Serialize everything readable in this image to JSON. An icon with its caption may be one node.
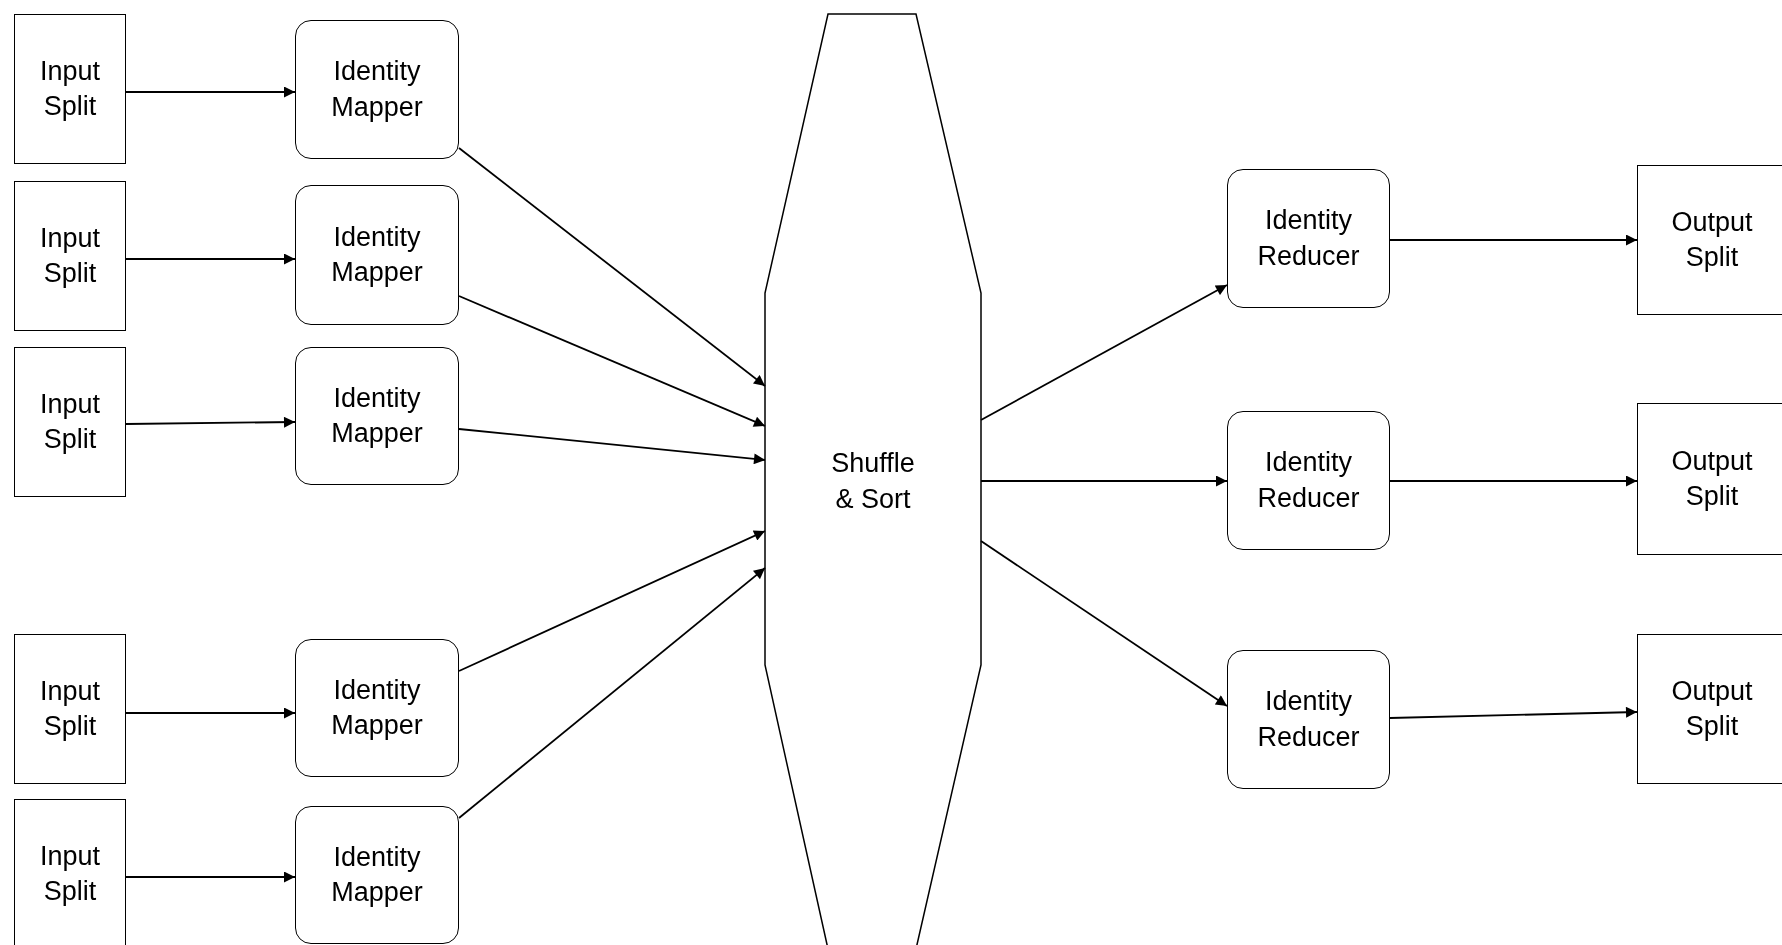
{
  "diagram": {
    "nodes": [
      {
        "text": [
          "Input Split"
        ]
      },
      {
        "text": [
          "Input Split"
        ]
      },
      {
        "text": [
          "Input Split"
        ]
      },
      {
        "text": [
          "Input Split"
        ]
      },
      {
        "text": [
          "Input Split"
        ]
      },
      {
        "text": [
          "Identity Mapper"
        ]
      },
      {
        "text": [
          "Identity Mapper"
        ]
      },
      {
        "text": [
          "Identity Mapper"
        ]
      },
      {
        "text": [
          "Identity Mapper"
        ]
      },
      {
        "text": [
          "Identity Mapper"
        ]
      },
      {
        "text": [
          "Shuffle & Sort"
        ]
      },
      {
        "text": [
          "Identity Reducer"
        ]
      },
      {
        "text": [
          "Identity Reducer"
        ]
      },
      {
        "text": [
          "Identity Reducer"
        ]
      },
      {
        "text": [
          "Output Split"
        ]
      },
      {
        "text": [
          "Output Split"
        ]
      },
      {
        "text": [
          "Output Split"
        ]
      }
    ],
    "edges": [
      {
        "from": 0,
        "to": 5,
        "arrow": "to"
      },
      {
        "from": 1,
        "to": 6,
        "arrow": "to"
      },
      {
        "from": 2,
        "to": 7,
        "arrow": "to"
      },
      {
        "from": 3,
        "to": 8,
        "arrow": "to"
      },
      {
        "from": 4,
        "to": 9,
        "arrow": "to"
      },
      {
        "from": 5,
        "to": 10,
        "arrow": "to"
      },
      {
        "from": 6,
        "to": 10,
        "arrow": "to"
      },
      {
        "from": 7,
        "to": 10,
        "arrow": "to"
      },
      {
        "from": 8,
        "to": 10,
        "arrow": "to"
      },
      {
        "from": 9,
        "to": 10,
        "arrow": "to"
      },
      {
        "from": 10,
        "to": 11,
        "arrow": "to"
      },
      {
        "from": 10,
        "to": 12,
        "arrow": "to"
      },
      {
        "from": 10,
        "to": 13,
        "arrow": "to"
      },
      {
        "from": 11,
        "to": 14,
        "arrow": "to"
      },
      {
        "from": 12,
        "to": 15,
        "arrow": "to"
      },
      {
        "from": 13,
        "to": 16,
        "arrow": "to"
      }
    ]
  }
}
